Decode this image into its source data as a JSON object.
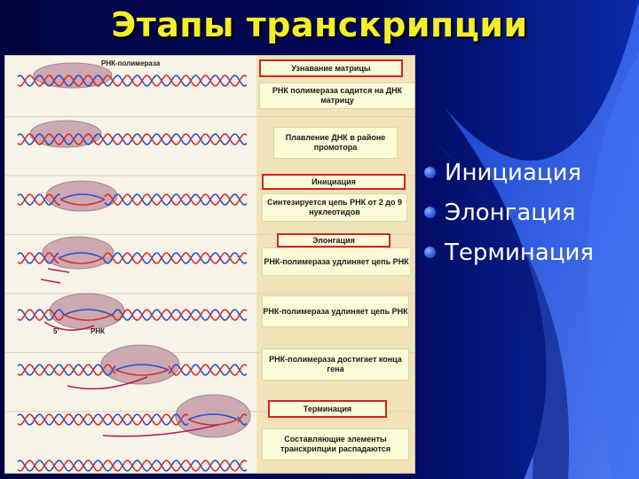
{
  "title": "Этапы транскрипции",
  "figure": {
    "polymerase_label": "РНК-полимераза",
    "five_prime": "5'",
    "rna_label": "РНК",
    "steps": [
      {
        "text": "Узнавание матрицы",
        "heading": true
      },
      {
        "text": "РНК полимераза садится на ДНК матрицу",
        "heading": false
      },
      {
        "text": "Плавление ДНК в районе промотора",
        "heading": false
      },
      {
        "text": "Инициация",
        "heading": true
      },
      {
        "text": "Синтезируется цепь РНК от 2 до 9 нуклеотидов",
        "heading": false
      },
      {
        "text": "Элонгация",
        "heading": true
      },
      {
        "text": "РНК-полимераза удлиняет цепь РНК",
        "heading": false
      },
      {
        "text": "РНК-полимераза удлиняет цепь РНК",
        "heading": false
      },
      {
        "text": "РНК-полимераза достигает конца гена",
        "heading": false
      },
      {
        "text": "Терминация",
        "heading": true
      },
      {
        "text": "Составляющие элементы транскрипции распадаются",
        "heading": false
      }
    ]
  },
  "bullets": [
    "Инициация",
    "Элонгация",
    "Терминация"
  ],
  "colors": {
    "title": "#f5ee2a",
    "strand_red": "#d83030",
    "strand_blue": "#2d4fd0",
    "rna": "#b02060",
    "enzyme": "#c9a3aa",
    "box_border": "#d22424",
    "bullet": "#3a6ae0"
  }
}
